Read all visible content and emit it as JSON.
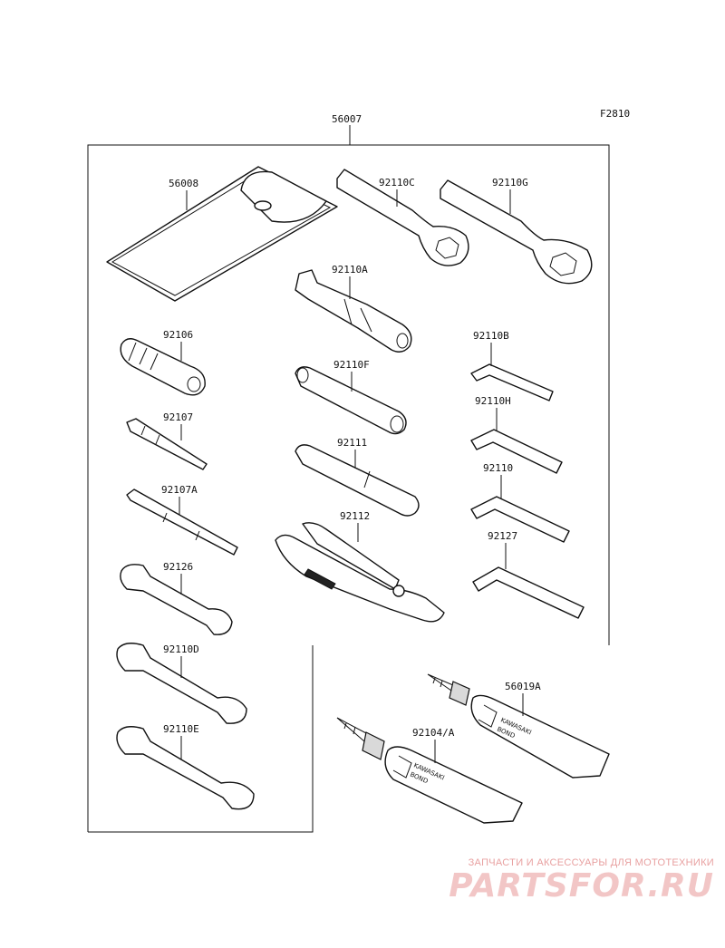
{
  "figure_code": "F2810",
  "assembly_label": "56007",
  "parts": {
    "pouch": "56008",
    "box_wrench_c": "92110C",
    "box_wrench_g": "92110G",
    "spark_plug_wrench": "92110A",
    "handle": "92106",
    "hex_key_b": "92110B",
    "socket_wrench_f": "92110F",
    "screwdriver": "92107",
    "hex_key_h": "92110H",
    "extension_bar": "92111",
    "hex_key": "92110",
    "screwdriver_a": "92107A",
    "pliers": "92112",
    "hex_key_127": "92127",
    "wrench_126": "92126",
    "wrench_d": "92110D",
    "wrench_e": "92110E",
    "bond_small": "56019A",
    "bond_large": "92104/A"
  },
  "tube_text": {
    "brand": "KAWASAKI",
    "product": "BOND"
  },
  "watermark": {
    "caption": "ЗАПЧАСТИ И АКСЕССУАРЫ ДЛЯ МОТОТЕХНИКИ",
    "logo": "PARTSFOR.RU"
  },
  "colors": {
    "line": "#111111",
    "watermark": "#f2c6c6"
  }
}
